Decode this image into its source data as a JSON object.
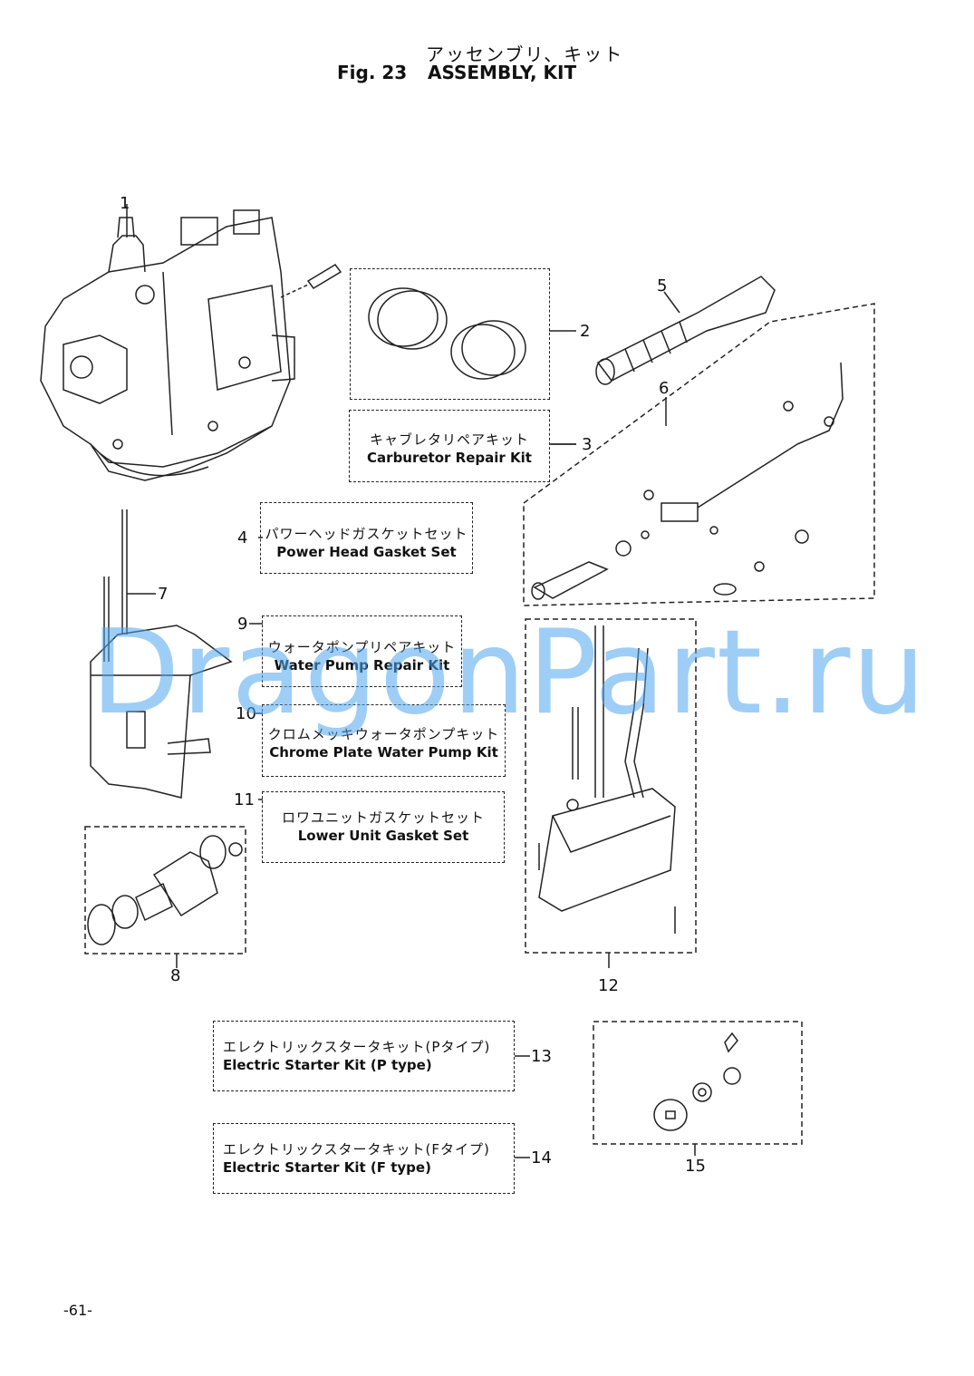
{
  "header": {
    "title_jp": "アッセンブリ、キット",
    "fig_label": "Fig. 23",
    "title_en": "ASSEMBLY, KIT"
  },
  "callouts": [
    "1",
    "2",
    "3",
    "4",
    "5",
    "6",
    "7",
    "8",
    "9",
    "10",
    "11",
    "12",
    "13",
    "14",
    "15"
  ],
  "kits": {
    "carb": {
      "jp": "キャブレタリペアキット",
      "en": "Carburetor Repair Kit"
    },
    "powerhead": {
      "jp": "パワーヘッドガスケットセット",
      "en": "Power Head Gasket Set"
    },
    "waterpump": {
      "jp": "ウォータポンプリペアキット",
      "en": "Water Pump Repair Kit"
    },
    "chrome": {
      "jp": "クロムメッキウォータポンプキット",
      "en": "Chrome Plate Water Pump Kit"
    },
    "lowerunit": {
      "jp": "ロワユニットガスケットセット",
      "en": "Lower Unit Gasket Set"
    },
    "starter_p": {
      "jp": "エレクトリックスタータキット(Pタイプ)",
      "en": "Electric Starter Kit (P type)"
    },
    "starter_f": {
      "jp": "エレクトリックスタータキット(Fタイプ)",
      "en": "Electric Starter Kit (F type)"
    }
  },
  "footer": {
    "page": "-61-"
  },
  "watermark": "DragonPart.ru"
}
